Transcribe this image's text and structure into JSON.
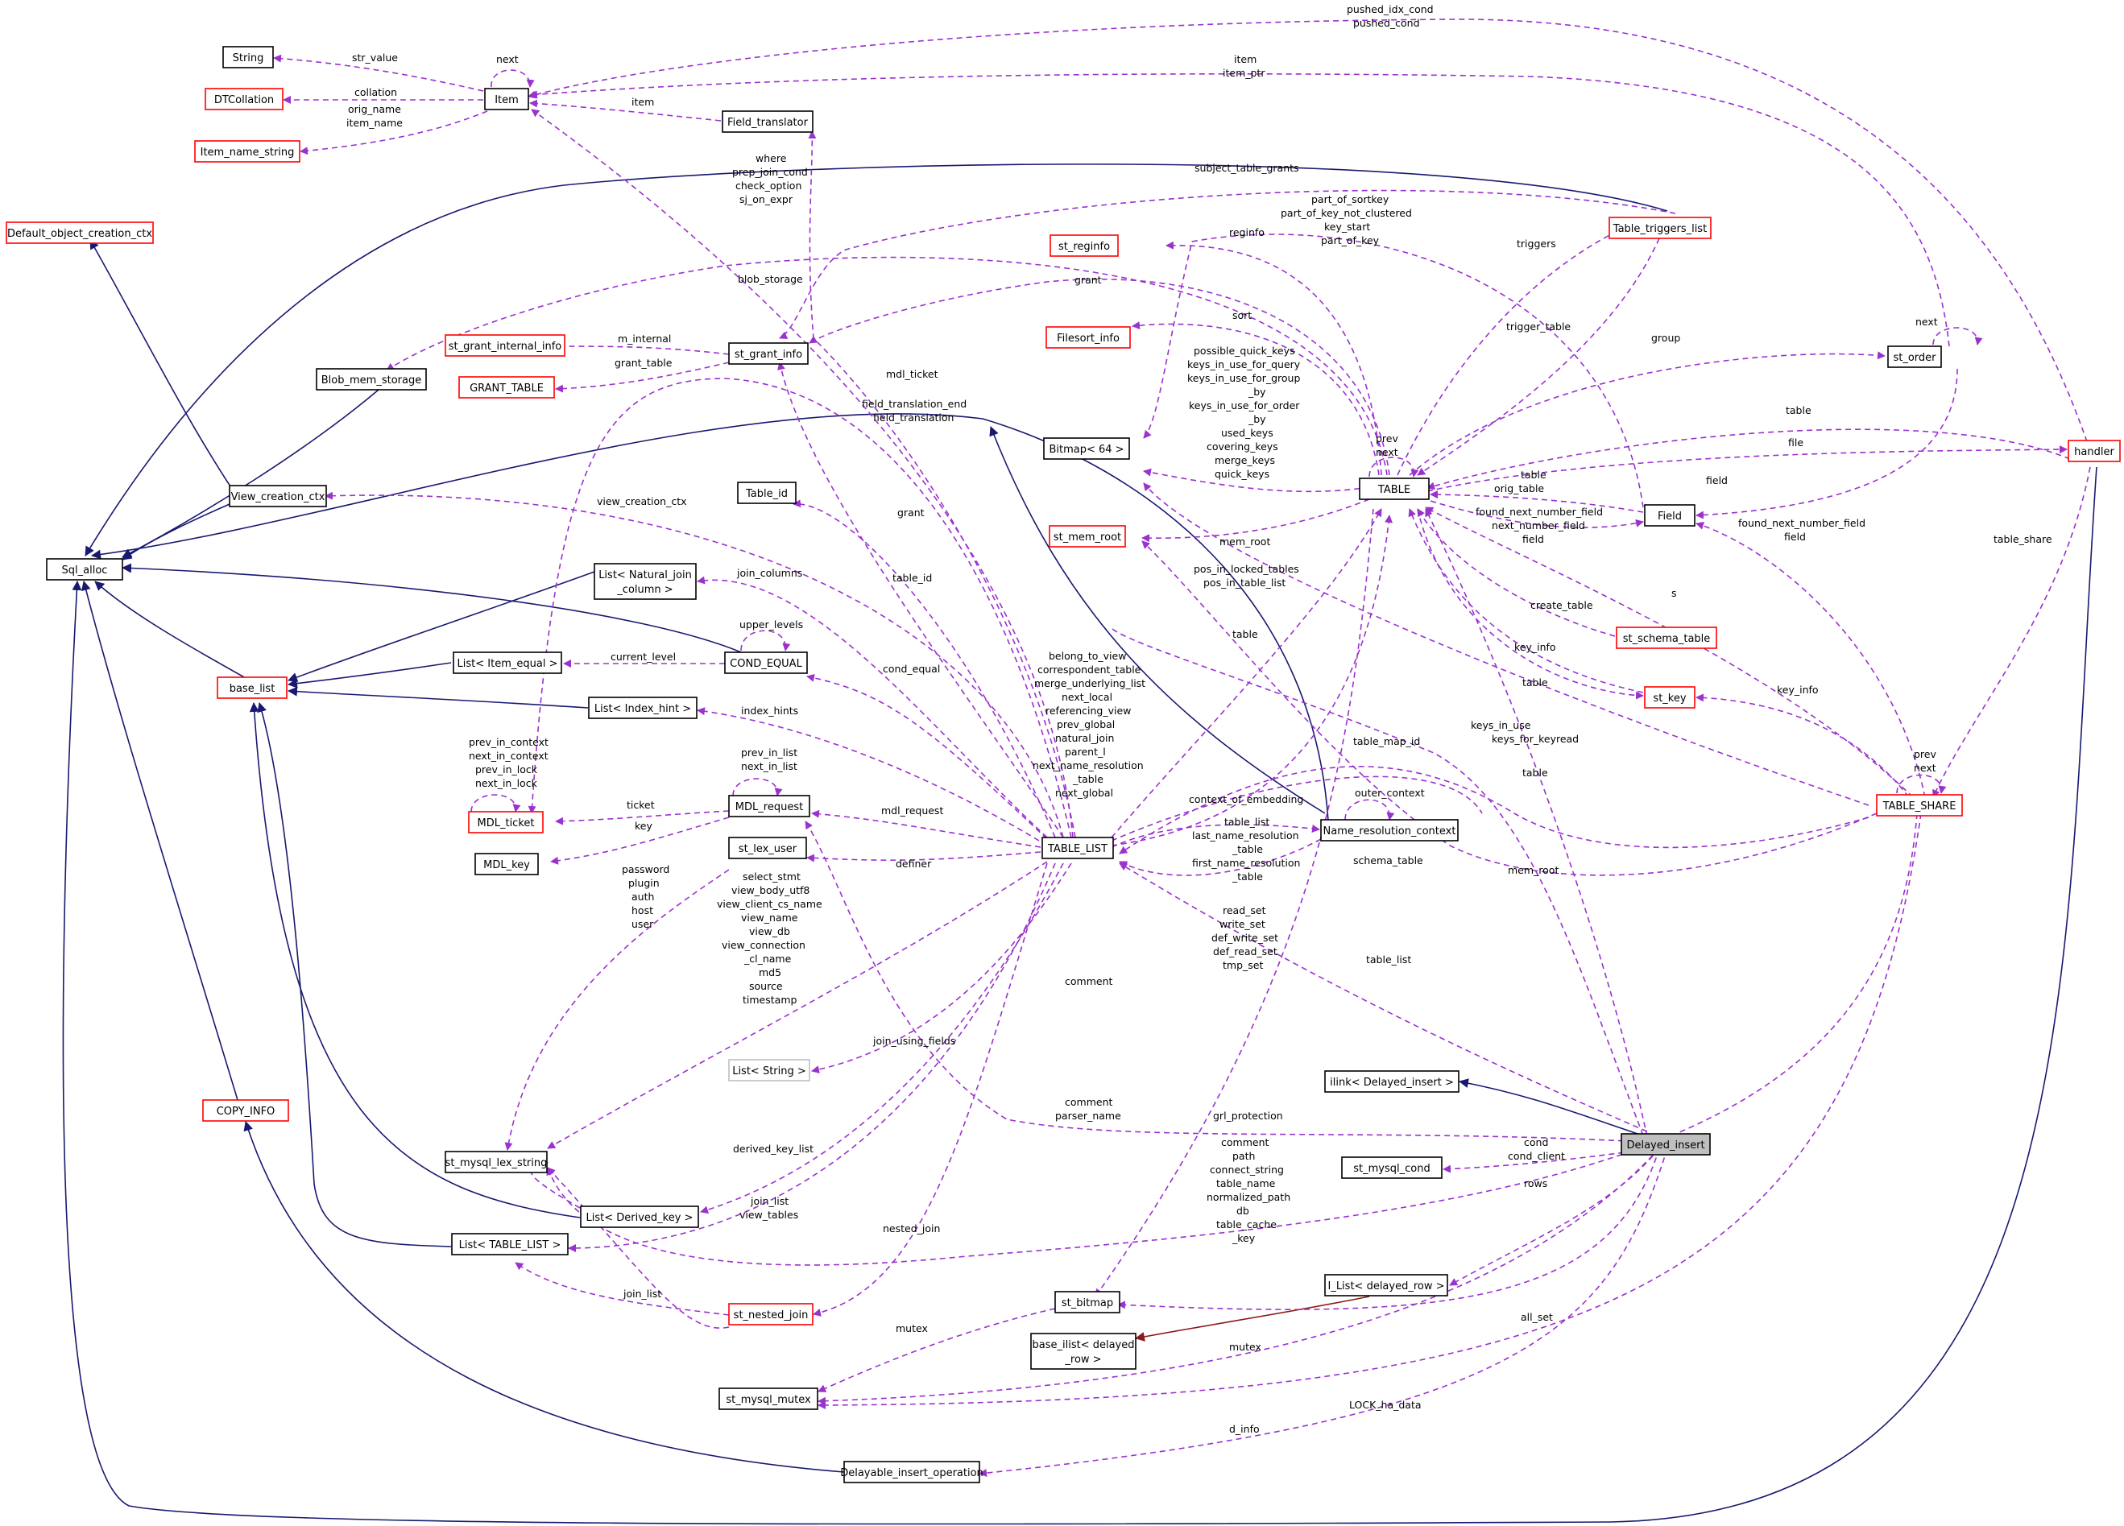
{
  "nodes": {
    "String": "String",
    "Item": "Item",
    "DTCollation": "DTCollation",
    "Item_name_string": "Item_name_string",
    "Default_object_creation_ctx": "Default_object_creation_ctx",
    "Sql_alloc": "Sql_alloc",
    "Field_translator": "Field_translator",
    "st_grant_internal_info": "st_grant_internal_info",
    "GRANT_TABLE": "GRANT_TABLE",
    "st_grant_info": "st_grant_info",
    "Blob_mem_storage": "Blob_mem_storage",
    "View_creation_ctx": "View_creation_ctx",
    "Table_id": "Table_id",
    "List_Natural_join_column_1": "List< Natural_join",
    "List_Natural_join_column_2": "_column >",
    "base_list": "base_list",
    "List_Item_equal": "List< Item_equal >",
    "COND_EQUAL": "COND_EQUAL",
    "List_Index_hint": "List< Index_hint >",
    "MDL_ticket": "MDL_ticket",
    "MDL_request": "MDL_request",
    "MDL_key": "MDL_key",
    "st_lex_user": "st_lex_user",
    "TABLE_LIST": "TABLE_LIST",
    "List_String": "List< String >",
    "COPY_INFO": "COPY_INFO",
    "st_mysql_lex_string": "st_mysql_lex_string",
    "List_Derived_key": "List< Derived_key >",
    "List_TABLE_LIST": "List< TABLE_LIST >",
    "st_nested_join": "st_nested_join",
    "st_mysql_mutex": "st_mysql_mutex",
    "Delayable_insert_operation": "Delayable_insert_operation",
    "st_bitmap": "st_bitmap",
    "base_ilist_1": "base_ilist< delayed",
    "base_ilist_2": "_row >",
    "I_List_delayed_row": "I_List< delayed_row >",
    "st_mysql_cond": "st_mysql_cond",
    "ilink_Delayed_insert": "ilink< Delayed_insert >",
    "Delayed_insert": "Delayed_insert",
    "st_reginfo": "st_reginfo",
    "Filesort_info": "Filesort_info",
    "Bitmap_64": "Bitmap< 64 >",
    "st_mem_root": "st_mem_root",
    "TABLE": "TABLE",
    "Table_triggers_list": "Table_triggers_list",
    "st_order": "st_order",
    "Field": "Field",
    "st_schema_table": "st_schema_table",
    "st_key": "st_key",
    "Name_resolution_context": "Name_resolution_context",
    "TABLE_SHARE": "TABLE_SHARE",
    "handler": "handler"
  },
  "labels": {
    "pushed_idx_cond": "pushed_idx_cond",
    "pushed_cond": "pushed_cond",
    "next_item": "next",
    "str_value": "str_value",
    "collation": "collation",
    "orig_name": "orig_name",
    "item_name": "item_name",
    "item_ft": "item",
    "item_h": "item",
    "item_ptr": "item_ptr",
    "subject_table_grants": "subject_table_grants",
    "where": "where",
    "prep_join_cond": "prep_join_cond",
    "check_option": "check_option",
    "sj_on_expr": "sj_on_expr",
    "part_of_sortkey": "part_of_sortkey",
    "part_of_key_not_clustered": "part_of_key_not_clustered",
    "key_start": "key_start",
    "part_of_key": "part_of_key",
    "reginfo": "reginfo",
    "triggers": "triggers",
    "blob_storage": "blob_storage",
    "grant_t": "grant",
    "sort": "sort",
    "trigger_table": "trigger_table",
    "group": "group",
    "next_order": "next",
    "m_internal": "m_internal",
    "grant_table": "grant_table",
    "mdl_ticket": "mdl_ticket",
    "possible_quick_keys": "possible_quick_keys",
    "keys_in_use_for_query": "keys_in_use_for_query",
    "keys_in_use_for_group": "keys_in_use_for_group",
    "by1": "_by",
    "keys_in_use_for_order": "keys_in_use_for_order",
    "by2": "_by",
    "used_keys": "used_keys",
    "covering_keys": "covering_keys",
    "merge_keys": "merge_keys",
    "quick_keys": "quick_keys",
    "field_translation_end": "field_translation_end",
    "field_translation": "field_translation",
    "table_h": "table",
    "file": "file",
    "prev_table": "prev",
    "next_table": "next",
    "view_creation_ctx": "view_creation_ctx",
    "grant_tl": "grant",
    "table_f": "table",
    "orig_table": "orig_table",
    "field_o": "field",
    "found_next_number_field": "found_next_number_field",
    "next_number_field": "next_number_field",
    "field_t": "field",
    "found_next_number_field_s": "found_next_number_field",
    "field_s": "field",
    "table_share": "table_share",
    "mem_root": "mem_root",
    "pos_in_locked_tables": "pos_in_locked_tables",
    "pos_in_table_list": "pos_in_table_list",
    "table_id": "table_id",
    "join_columns": "join_columns",
    "s": "s",
    "create_table": "create_table",
    "upper_levels": "upper_levels",
    "current_level": "current_level",
    "table_tl": "table",
    "cond_equal": "cond_equal",
    "key_info_t": "key_info",
    "belong_to_view": "belong_to_view",
    "correspondent_table": "correspondent_table",
    "merge_underlying_list": "merge_underlying_list",
    "next_local": "next_local",
    "referencing_view": "referencing_view",
    "prev_global": "prev_global",
    "natural_join": "natural_join",
    "parent_l": "parent_l",
    "next_name_resolution": "next_name_resolution",
    "table_self": "_table",
    "next_global": "next_global",
    "table_k": "table",
    "key_info_s": "key_info",
    "index_hints": "index_hints",
    "keys_in_use": "keys_in_use",
    "keys_for_keyread": "keys_for_keyread",
    "prev_in_list": "prev_in_list",
    "next_in_list": "next_in_list",
    "table_map_id": "table_map_id",
    "table_nr": "table",
    "prev_in_context": "prev_in_context",
    "next_in_context": "next_in_context",
    "prev_in_lock": "prev_in_lock",
    "next_in_lock": "next_in_lock",
    "ticket": "ticket",
    "mdl_request": "mdl_request",
    "context_of_embedding": "context_of_embedding",
    "outer_context": "outer_context",
    "prev_share": "prev",
    "next_share": "next",
    "key": "key",
    "definer": "definer",
    "table_list_n": "table_list",
    "last_name_resolution": "last_name_resolution",
    "table_a": "_table",
    "first_name_resolution": "first_name_resolution",
    "table_b": "_table",
    "schema_table": "schema_table",
    "mem_root_s": "mem_root",
    "password": "password",
    "plugin": "plugin",
    "auth": "auth",
    "host": "host",
    "user": "user",
    "select_stmt": "select_stmt",
    "view_body_utf8": "view_body_utf8",
    "view_client_cs_name": "view_client_cs_name",
    "view_name": "view_name",
    "view_db": "view_db",
    "view_connection": "view_connection",
    "cl_name": "_cl_name",
    "md5": "md5",
    "source": "source",
    "timestamp": "timestamp",
    "read_set": "read_set",
    "write_set": "write_set",
    "def_write_set": "def_write_set",
    "def_read_set": "def_read_set",
    "tmp_set": "tmp_set",
    "table_list_d": "table_list",
    "comment_tl": "comment",
    "join_using_fields": "join_using_fields",
    "comment_d": "comment",
    "parser_name": "parser_name",
    "grl_protection": "grl_protection",
    "derived_key_list": "derived_key_list",
    "cond": "cond",
    "cond_client": "cond_client",
    "comment_s": "comment",
    "path": "path",
    "connect_string": "connect_string",
    "table_name": "table_name",
    "normalized_path": "normalized_path",
    "db": "db",
    "table_cache": "table_cache",
    "key_s": "_key",
    "rows": "rows",
    "join_list": "join_list",
    "view_tables": "view_tables",
    "nested_join": "nested_join",
    "join_list_n": "join_list",
    "mutex_b": "mutex",
    "mutex_d": "mutex",
    "all_set": "all_set",
    "lock_ha_data": "LOCK_ha_data",
    "d_info": "d_info"
  }
}
